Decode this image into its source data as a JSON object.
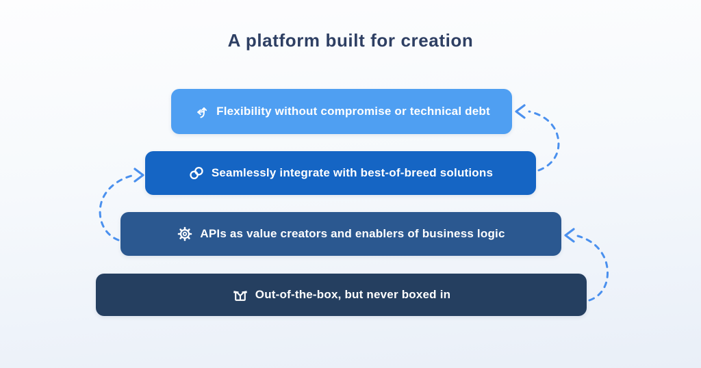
{
  "title": {
    "text": "A platform built for creation",
    "color": "#2E3F63"
  },
  "pillars": [
    {
      "label": "Flexibility without compromise or technical debt",
      "icon": "split-arrow-icon",
      "color": "#4F9FF2"
    },
    {
      "label": "Seamlessly integrate with best-of-breed solutions",
      "icon": "link-icon",
      "color": "#1565C4"
    },
    {
      "label": "APIs as value creators and enablers of business logic",
      "icon": "gear-icon",
      "color": "#2B5890"
    },
    {
      "label": "Out-of-the-box, but never boxed in",
      "icon": "open-box-icon",
      "color": "#253F60"
    }
  ],
  "connectors": {
    "color": "#4A90EE",
    "style": "dashed-curved-arrows",
    "count": 3
  },
  "background": {
    "top": "#FDFDFE",
    "bottom": "#E9EFF8"
  },
  "pillar_text_color": "#FFFFFF"
}
